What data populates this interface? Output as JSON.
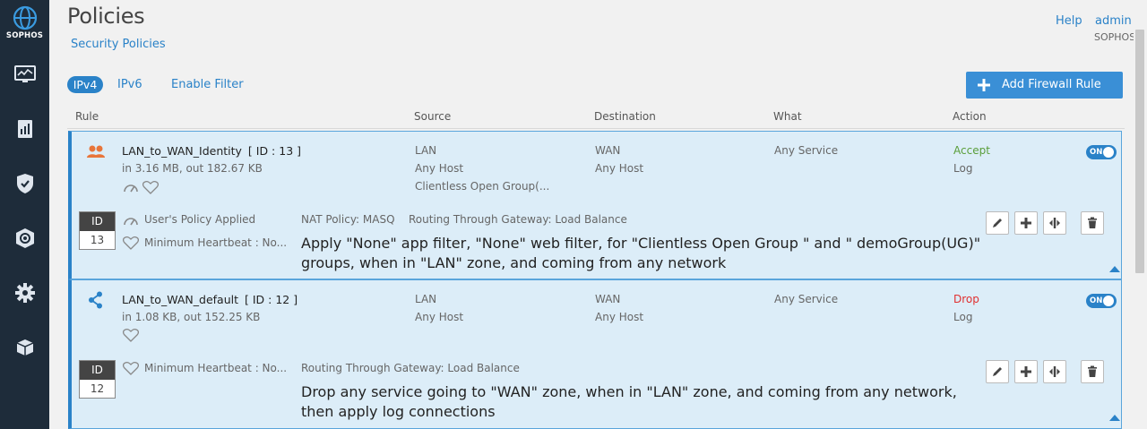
{
  "brand": {
    "logo_text": "SOPHOS"
  },
  "header": {
    "title": "Policies",
    "breadcrumb": "Security Policies",
    "help": "Help",
    "user": "admin",
    "tenant": "SOPHOS"
  },
  "sidebar": {
    "items": [
      {
        "icon": "monitor-icon"
      },
      {
        "icon": "report-icon"
      },
      {
        "icon": "shield-icon"
      },
      {
        "icon": "protect-icon"
      },
      {
        "icon": "gear-icon"
      },
      {
        "icon": "box-icon"
      }
    ]
  },
  "toolbar": {
    "tabs": [
      "IPv4",
      "IPv6"
    ],
    "active_tab": "IPv4",
    "filter": "Enable Filter",
    "add_button": "Add Firewall Rule"
  },
  "table": {
    "columns": [
      "Rule",
      "Source",
      "Destination",
      "What",
      "Action"
    ]
  },
  "rules": [
    {
      "name": "LAN_to_WAN_Identity",
      "id_text": "[ ID : 13 ]",
      "traffic": "in 3.16 MB, out 182.67 KB",
      "source": [
        "LAN",
        "Any Host",
        "Clientless Open Group(..."
      ],
      "destination": [
        "WAN",
        "Any Host"
      ],
      "what": "Any Service",
      "action": "Accept",
      "log": "Log",
      "toggle": "ON",
      "id_label": "ID",
      "id_number": "13",
      "badges": [
        "User's Policy Applied",
        "Minimum Heartbeat : No..."
      ],
      "details": [
        "NAT Policy: MASQ",
        "Routing Through Gateway: Load Balance"
      ],
      "description": "Apply \"None\" app filter, \"None\" web filter, for \"Clientless Open Group \" and \" demoGroup(UG)\" groups, when in \"LAN\" zone, and coming from any network"
    },
    {
      "name": "LAN_to_WAN_default",
      "id_text": "[ ID : 12 ]",
      "traffic": "in 1.08 KB, out 152.25 KB",
      "source": [
        "LAN",
        "Any Host"
      ],
      "destination": [
        "WAN",
        "Any Host"
      ],
      "what": "Any Service",
      "action": "Drop",
      "log": "Log",
      "toggle": "ON",
      "id_label": "ID",
      "id_number": "12",
      "badges": [
        "Minimum Heartbeat : No..."
      ],
      "details": [
        "Routing Through Gateway: Load Balance"
      ],
      "description": "Drop any service going to \"WAN\" zone, when in \"LAN\" zone, and coming from any network, then apply log connections"
    }
  ],
  "colors": {
    "sidebar": "#1e2c3a",
    "accent": "#2a82c8",
    "rule_bg": "#dcedf8",
    "accept": "#5a9e3a",
    "drop": "#e03030"
  }
}
